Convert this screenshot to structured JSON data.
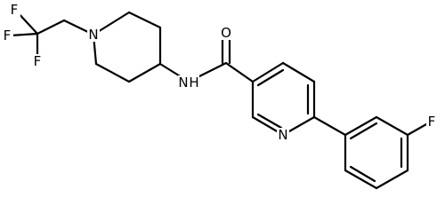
{
  "diagram": {
    "atom_labels": {
      "f_top": "F",
      "f_left": "F",
      "f_bottom": "F",
      "n_piperidine": "N",
      "n_amide": "N",
      "h_amide": "H",
      "o_carbonyl": "O",
      "n_pyridine": "N",
      "f_aryl": "F"
    },
    "colors": {
      "bond": "#000000",
      "label": "#000000",
      "background": "#ffffff"
    }
  }
}
